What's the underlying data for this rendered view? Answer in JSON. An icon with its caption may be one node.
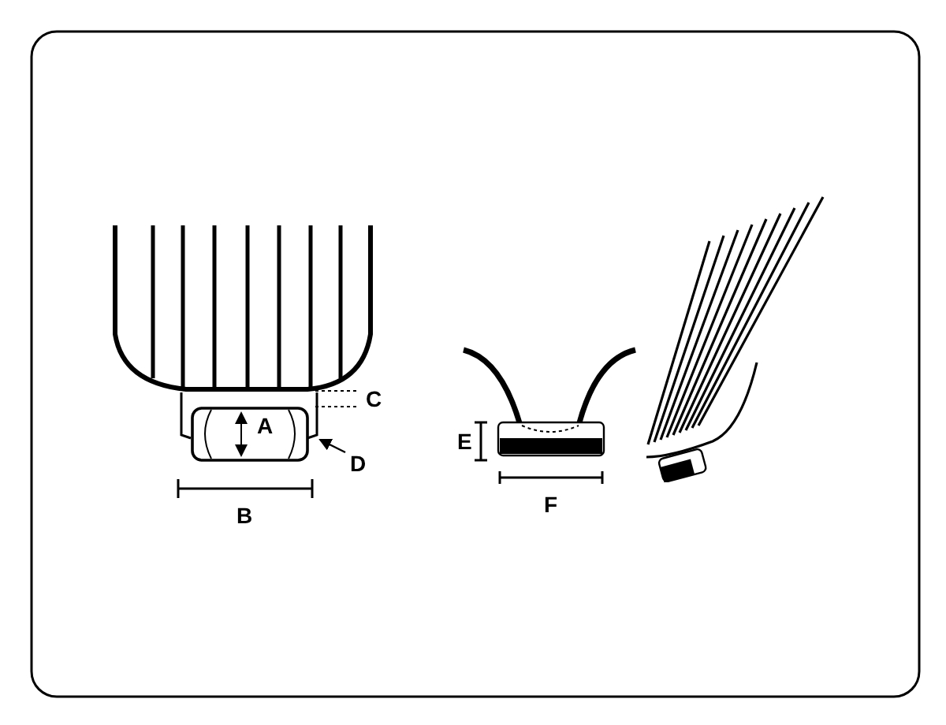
{
  "diagram": {
    "nodes": [
      {
        "text": [
          "D"
        ]
      },
      {
        "text": [],
        "shape": "cylinder"
      }
    ],
    "edges": [
      {
        "from": 0,
        "to": 1,
        "arrow": "to"
      }
    ],
    "labels": [
      "C",
      "A",
      "E",
      "B",
      "F"
    ]
  }
}
